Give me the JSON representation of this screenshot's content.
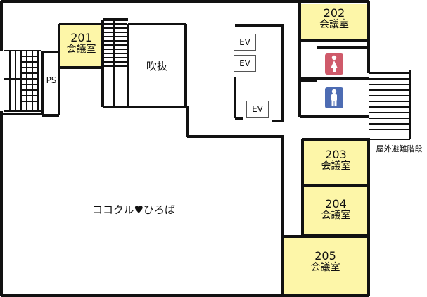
{
  "floorplan": {
    "rooms": {
      "r201": {
        "number": "201",
        "name": "会議室"
      },
      "r202": {
        "number": "202",
        "name": "会議室"
      },
      "r203": {
        "number": "203",
        "name": "会議室"
      },
      "r204": {
        "number": "204",
        "name": "会議室"
      },
      "r205": {
        "number": "205",
        "name": "会議室"
      }
    },
    "labels": {
      "ps": "PS",
      "atrium": "吹抜",
      "plaza": "ココクル♥ひろば",
      "outdoor_stairs": "屋外避難階段"
    },
    "elevators": [
      "EV",
      "EV",
      "EV"
    ],
    "colors": {
      "room_fill": "#fdf6a8",
      "wall": "#111111",
      "women_icon": "#cf5a6a",
      "men_icon": "#4d6cb3"
    },
    "icons": {
      "women": "woman-restroom-icon",
      "men": "man-restroom-icon"
    }
  }
}
